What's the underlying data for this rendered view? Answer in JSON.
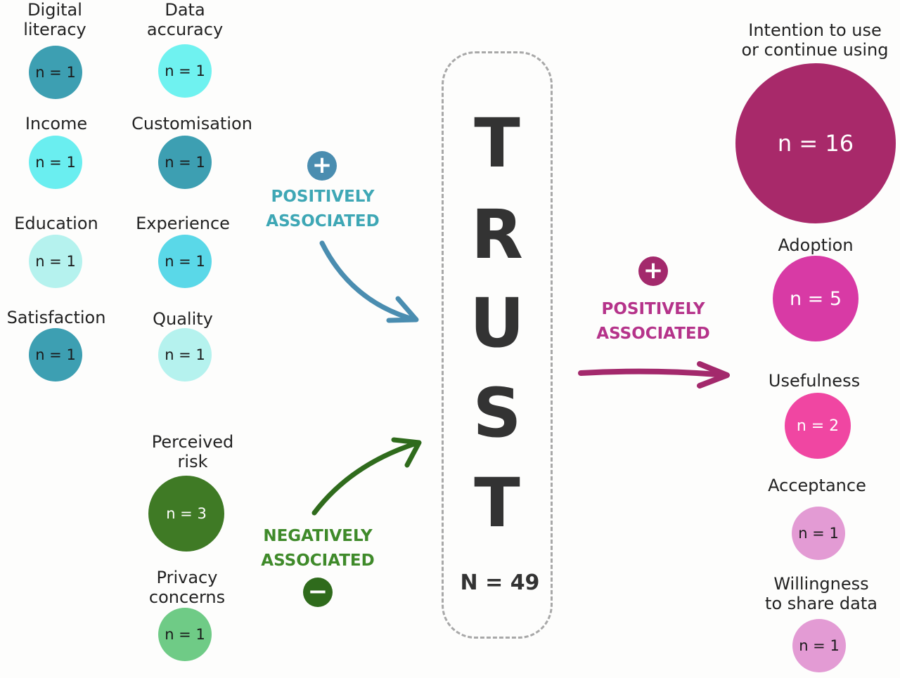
{
  "left_factors": [
    {
      "label": "Digital\nliteracy",
      "n": "n = 1",
      "color": "#3d9fb2"
    },
    {
      "label": "Data\naccuracy",
      "n": "n = 1",
      "color": "#6ff2f0"
    },
    {
      "label": "Income",
      "n": "n = 1",
      "color": "#6aeef0"
    },
    {
      "label": "Customisation",
      "n": "n = 1",
      "color": "#3d9fb2"
    },
    {
      "label": "Education",
      "n": "n = 1",
      "color": "#b5f2ee"
    },
    {
      "label": "Experience",
      "n": "n = 1",
      "color": "#5ad8e8"
    },
    {
      "label": "Satisfaction",
      "n": "n = 1",
      "color": "#3d9fb2"
    },
    {
      "label": "Quality",
      "n": "n = 1",
      "color": "#b5f2ee"
    }
  ],
  "negative_factors": [
    {
      "label": "Perceived\nrisk",
      "n": "n = 3",
      "color": "#3f7a25"
    },
    {
      "label": "Privacy\nconcerns",
      "n": "n = 1",
      "color": "#6fcb86"
    }
  ],
  "outcomes": [
    {
      "label": "Intention to use\nor continue using",
      "n": "n = 16",
      "color": "#a8296a"
    },
    {
      "label": "Adoption",
      "n": "n = 5",
      "color": "#d83aa5"
    },
    {
      "label": "Usefulness",
      "n": "n = 2",
      "color": "#f046a2"
    },
    {
      "label": "Acceptance",
      "n": "n = 1",
      "color": "#e39bd4"
    },
    {
      "label": "Willingness\nto share data",
      "n": "n = 1",
      "color": "#e39bd4"
    }
  ],
  "associations": {
    "left_positive": {
      "text_line1": "POSITIVELY",
      "text_line2": "ASSOCIATED",
      "sign": "+",
      "color": "#4a8db0",
      "text_color": "#3ea7b5"
    },
    "left_negative": {
      "text_line1": "NEGATIVELY",
      "text_line2": "ASSOCIATED",
      "sign": "−",
      "color": "#2f6b1c",
      "text_color": "#3f8a2a"
    },
    "right_positive": {
      "text_line1": "POSITIVELY",
      "text_line2": "ASSOCIATED",
      "sign": "+",
      "color": "#a3296c",
      "text_color": "#b5338a"
    }
  },
  "trust": {
    "letters": [
      "T",
      "R",
      "U",
      "S",
      "T"
    ],
    "total": "N = 49"
  }
}
